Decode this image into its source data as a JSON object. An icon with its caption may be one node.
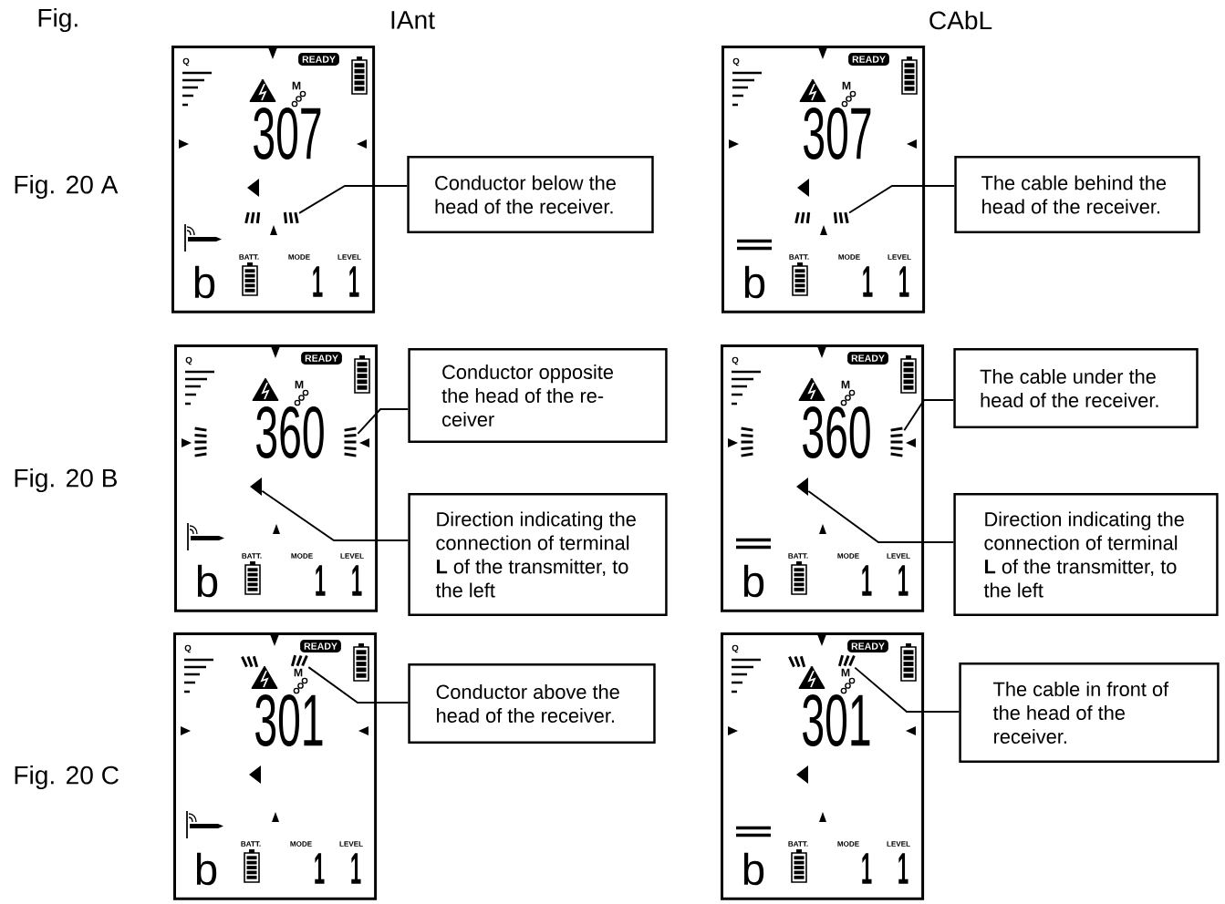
{
  "diagram": {
    "nodes": [
      {
        "text": [
          "Q",
          "M",
          "307",
          "BATT.",
          "MODE",
          "LEVEL",
          "b",
          "1",
          "1"
        ]
      },
      {
        "text": [
          "READY"
        ],
        "in": 0
      },
      {
        "text": [],
        "shape": "bar",
        "in": 0
      },
      {
        "text": [
          "Conductor below the head of the receiver."
        ]
      },
      {
        "text": [
          "Q",
          "M",
          "307",
          "BATT.",
          "MODE",
          "LEVEL",
          "b",
          "1",
          "1"
        ]
      },
      {
        "text": [
          "READY"
        ],
        "in": 4
      },
      {
        "text": [],
        "shape": "bar",
        "in": 4
      },
      {
        "text": [
          "The cable behind the head of the receiver."
        ]
      },
      {
        "text": [
          "Q",
          "M",
          "360",
          "BATT.",
          "MODE",
          "LEVEL",
          "b",
          "1",
          "1"
        ]
      },
      {
        "text": [
          "READY"
        ],
        "in": 8
      },
      {
        "text": [],
        "shape": "bar",
        "in": 8
      },
      {
        "text": [],
        "shape": "triangle",
        "in": 8
      },
      {
        "text": [
          "Conductor opposite the head of the re- ceiver"
        ]
      },
      {
        "text": [
          "Direction indicating the connection of terminal **L** of the transmitter, to the left"
        ]
      },
      {
        "text": [
          "Q",
          "M",
          "360",
          "BATT.",
          "MODE",
          "LEVEL",
          "b",
          "1",
          "1"
        ]
      },
      {
        "text": [
          "READY"
        ],
        "in": 14
      },
      {
        "text": [],
        "shape": "bar",
        "in": 14
      },
      {
        "text": [],
        "shape": "triangle",
        "in": 14
      },
      {
        "text": [
          "The cable under the head of the receiver."
        ]
      },
      {
        "text": [
          "Direction indicating the connection of terminal **L** of the transmitter, to the left"
        ]
      },
      {
        "text": [
          "Q",
          "M",
          "301",
          "BATT.",
          "MODE",
          "LEVEL",
          "b",
          "1",
          "1"
        ]
      },
      {
        "text": [
          "READY"
        ],
        "in": 20
      },
      {
        "text": [],
        "shape": "bar",
        "in": 20
      },
      {
        "text": [
          "Conductor above the head of the receiver."
        ]
      },
      {
        "text": [
          "Q",
          "M",
          "301",
          "BATT.",
          "MODE",
          "LEVEL",
          "b",
          "1",
          "1"
        ]
      },
      {
        "text": [
          "READY"
        ],
        "in": 24
      },
      {
        "text": [],
        "shape": "bar",
        "in": 24
      },
      {
        "text": [
          "The cable in front of the head of the receiver."
        ]
      }
    ],
    "edges": [
      {
        "from": 3,
        "to": 2,
        "arrow": "none"
      },
      {
        "from": 7,
        "to": 6,
        "arrow": "none"
      },
      {
        "from": 12,
        "to": 10,
        "arrow": "none"
      },
      {
        "from": 13,
        "to": 11,
        "arrow": "none"
      },
      {
        "from": 18,
        "to": 16,
        "arrow": "none"
      },
      {
        "from": 19,
        "to": 17,
        "arrow": "none"
      },
      {
        "from": 23,
        "to": 22,
        "arrow": "none"
      },
      {
        "from": 27,
        "to": 26,
        "arrow": "none"
      }
    ],
    "labels": [
      "Fig.",
      "IAnt",
      "CAbL",
      "Fig. 20 A",
      "Fig. 20 B",
      "Fig. 20 C"
    ]
  }
}
